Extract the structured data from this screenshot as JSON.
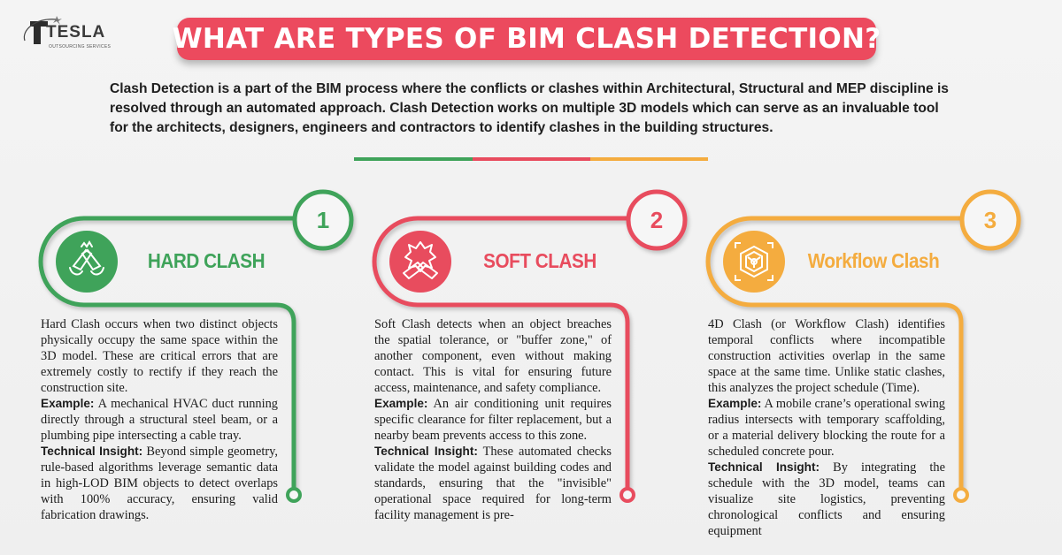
{
  "logo": {
    "text": "TESLA",
    "subtext": "OUTSOURCING SERVICES"
  },
  "header": {
    "title": "WHAT ARE TYPES OF BIM CLASH DETECTION?"
  },
  "intro": "Clash Detection is a part of the BIM process where the conflicts or clashes within Architectural, Structural and MEP discipline is resolved through an automated approach. Clash Detection works on multiple 3D models which can serve as an invaluable tool for the architects, designers, engineers and contractors to identify clashes in the building structures.",
  "colors": {
    "green": "#3fa35a",
    "red": "#e84c5e",
    "orange": "#f4ac3f",
    "title_bg": "#ec4a5e"
  },
  "cards": [
    {
      "number": "1",
      "title": "HARD CLASH",
      "icon": "colliding-pipes-icon",
      "description": "Hard Clash occurs when two distinct objects physically occupy the same space within the 3D model. These are critical errors that are extremely costly to rectify if they reach the construction site.",
      "example_label": "Example:",
      "example": "A mechanical HVAC duct running directly through a structural steel beam, or a plumbing pipe intersecting a cable tray.",
      "insight_label": "Technical Insight:",
      "insight": "Beyond simple geometry, rule-based algorithms leverage semantic data in high-LOD BIM objects to detect overlaps with 100% accuracy, ensuring valid fabrication drawings."
    },
    {
      "number": "2",
      "title": "SOFT CLASH",
      "icon": "buffer-zone-clash-icon",
      "description": "Soft Clash detects when an object breaches the spatial tolerance, or \"buffer zone,\" of another component, even without making contact. This is vital for ensuring future access, maintenance, and safety compliance.",
      "example_label": "Example:",
      "example": "An air conditioning unit requires specific clearance for filter replacement, but a nearby beam prevents access to this zone.",
      "insight_label": "Technical Insight:",
      "insight": "These automated checks validate the model against building codes and standards, ensuring that the \"invisible\" operational space required for long-term facility management is pre-"
    },
    {
      "number": "3",
      "title": "Workflow Clash",
      "icon": "3d-cube-scan-icon",
      "description": "4D Clash (or Workflow Clash) identifies temporal conflicts where incompatible construction activities overlap in the same space at the same time. Unlike static clashes, this analyzes the project schedule (Time).",
      "example_label": "Example:",
      "example": "A mobile crane’s operational swing radius intersects with temporary scaffolding, or a material delivery blocking the route for a scheduled concrete pour.",
      "insight_label": "Technical Insight:",
      "insight": "By integrating the schedule with the 3D model, teams can visualize site logistics, preventing chronological conflicts and ensuring equipment"
    }
  ]
}
